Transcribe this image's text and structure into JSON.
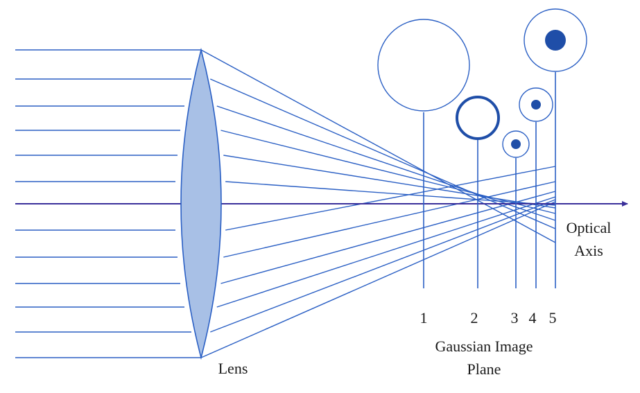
{
  "labels": {
    "lens": "Lens",
    "optical_axis_line1": "Optical",
    "optical_axis_line2": "Axis",
    "plane_title_line1": "Gaussian Image",
    "plane_title_line2": "Plane"
  },
  "planes": [
    {
      "label": "1",
      "spot": "large blur circle"
    },
    {
      "label": "2",
      "spot": "ring"
    },
    {
      "label": "3",
      "spot": "small disc"
    },
    {
      "label": "4",
      "spot": "small disc"
    },
    {
      "label": "5",
      "spot": "large disc"
    }
  ],
  "colors": {
    "ray": "#2a5fc4",
    "axis": "#3a2f9a",
    "lens_fill": "#a8c0e6",
    "lens_stroke": "#2a5fc4",
    "spot": "#1f4ea8",
    "text": "#1a1a1a"
  }
}
